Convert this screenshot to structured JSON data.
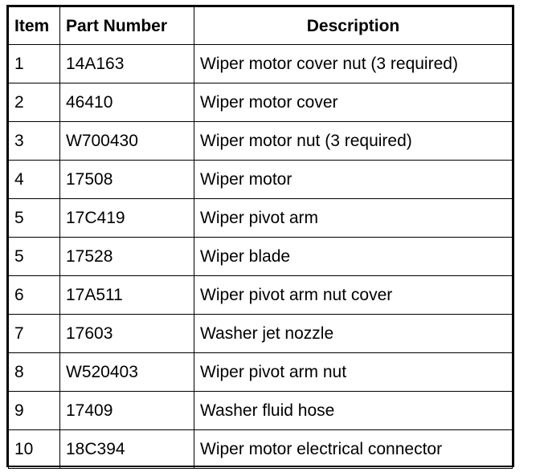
{
  "table": {
    "headers": {
      "item": "Item",
      "part_number": "Part Number",
      "description": "Description"
    },
    "rows": [
      {
        "item": "1",
        "part_number": "14A163",
        "description": "Wiper motor cover nut (3 required)"
      },
      {
        "item": "2",
        "part_number": "46410",
        "description": "Wiper motor cover"
      },
      {
        "item": "3",
        "part_number": "W700430",
        "description": "Wiper motor nut (3 required)"
      },
      {
        "item": "4",
        "part_number": "17508",
        "description": "Wiper motor"
      },
      {
        "item": "5",
        "part_number": "17C419",
        "description": "Wiper pivot arm"
      },
      {
        "item": "5",
        "part_number": "17528",
        "description": "Wiper blade"
      },
      {
        "item": "6",
        "part_number": "17A511",
        "description": "Wiper pivot arm nut cover"
      },
      {
        "item": "7",
        "part_number": "17603",
        "description": "Washer jet nozzle"
      },
      {
        "item": "8",
        "part_number": "W520403",
        "description": "Wiper pivot arm nut"
      },
      {
        "item": "9",
        "part_number": "17409",
        "description": "Washer fluid hose"
      },
      {
        "item": "10",
        "part_number": "18C394",
        "description": "Wiper motor electrical connector"
      }
    ]
  }
}
